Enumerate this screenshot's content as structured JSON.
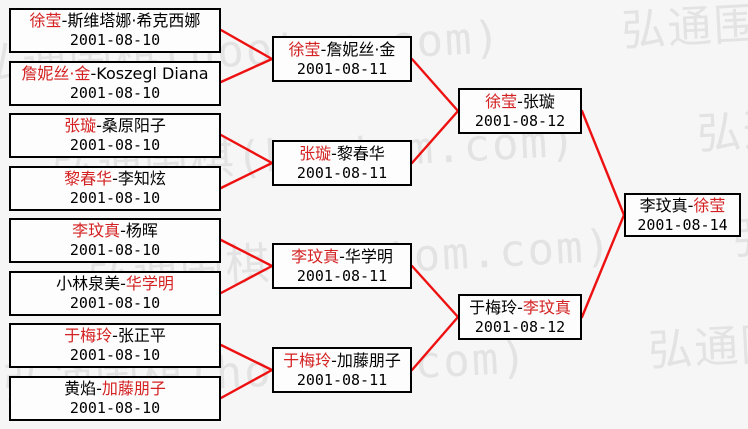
{
  "page": {
    "background": "#f6f6f6"
  },
  "watermark": {
    "text": "弘通围棋(hootom.com)",
    "color": "#e3e3e3"
  },
  "colors": {
    "connector_line": "#ee1111",
    "winner_name": "#d42222",
    "box_border": "#000000",
    "box_background": "#fdfdfd",
    "text": "#000000"
  },
  "matches": [
    {
      "p1": "徐莹",
      "p2": "斯维塔娜·希克西娜",
      "red": "p1",
      "date": "2001-08-10"
    },
    {
      "p1": "詹妮丝·金",
      "p2": "Koszegl Diana",
      "red": "p1",
      "date": "2001-08-10"
    },
    {
      "p1": "张璇",
      "p2": "桑原阳子",
      "red": "p1",
      "date": "2001-08-10"
    },
    {
      "p1": "黎春华",
      "p2": "李知炫",
      "red": "p1",
      "date": "2001-08-10"
    },
    {
      "p1": "李玟真",
      "p2": "杨晖",
      "red": "p1",
      "date": "2001-08-10"
    },
    {
      "p1": "小林泉美",
      "p2": "华学明",
      "red": "p2",
      "date": "2001-08-10"
    },
    {
      "p1": "于梅玲",
      "p2": "张正平",
      "red": "p1",
      "date": "2001-08-10"
    },
    {
      "p1": "黄焰",
      "p2": "加藤朋子",
      "red": "p2",
      "date": "2001-08-10"
    },
    {
      "p1": "徐莹",
      "p2": "詹妮丝·金",
      "red": "p1",
      "date": "2001-08-11"
    },
    {
      "p1": "张璇",
      "p2": "黎春华",
      "red": "p1",
      "date": "2001-08-11"
    },
    {
      "p1": "李玟真",
      "p2": "华学明",
      "red": "p1",
      "date": "2001-08-11"
    },
    {
      "p1": "于梅玲",
      "p2": "加藤朋子",
      "red": "p1",
      "date": "2001-08-11"
    },
    {
      "p1": "徐莹",
      "p2": "张璇",
      "red": "p1",
      "date": "2001-08-12"
    },
    {
      "p1": "于梅玲",
      "p2": "李玟真",
      "red": "p2",
      "date": "2001-08-12"
    },
    {
      "p1": "李玟真",
      "p2": "徐莹",
      "red": "p2",
      "date": "2001-08-14"
    }
  ]
}
